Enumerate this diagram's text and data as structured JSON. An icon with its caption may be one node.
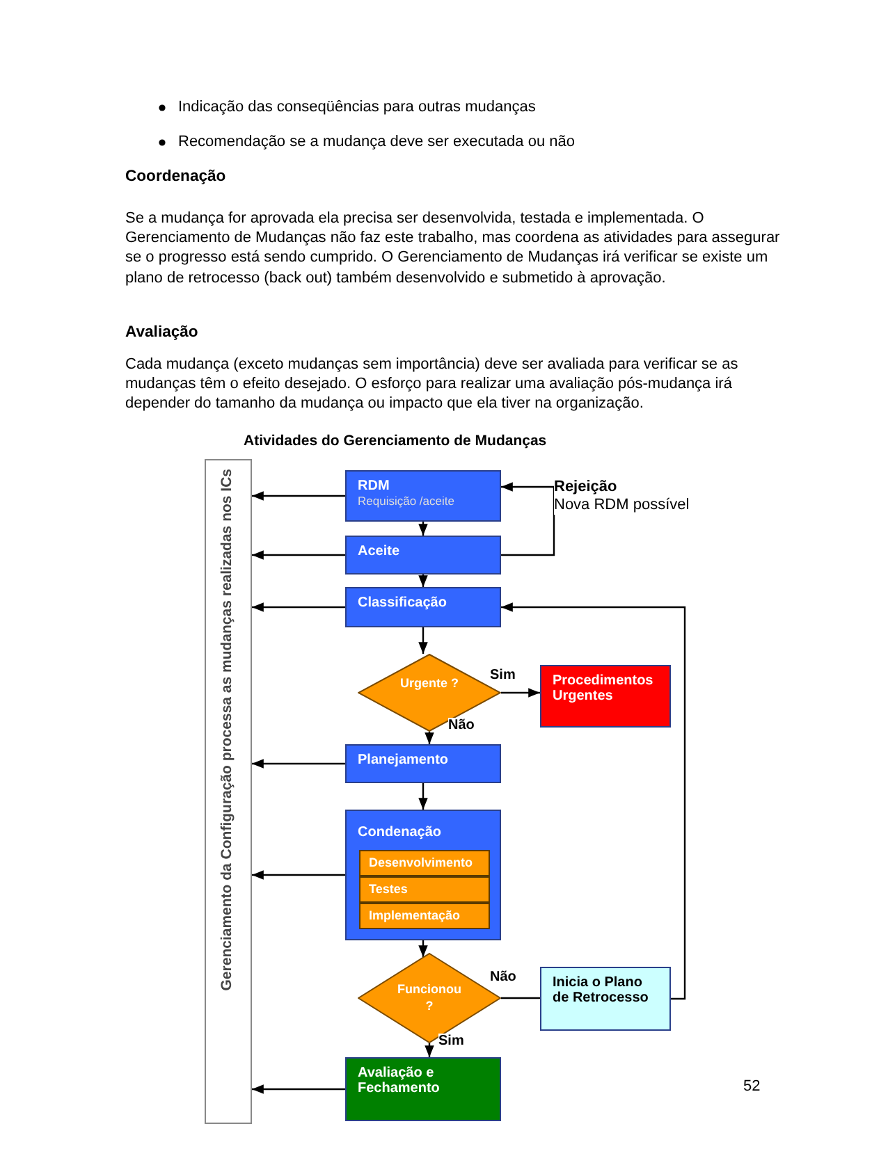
{
  "diagram": {
    "title": "Atividades do Gerenciamento de Mudanças",
    "nodes": [
      {
        "text": [
          "Gerenciamento da Configuração processa as mudanças realizadas nos ICs"
        ]
      },
      {
        "text": [
          "RDM",
          "Requisição /aceite"
        ]
      },
      {
        "text": [
          "Aceite"
        ]
      },
      {
        "text": [
          "Classificação"
        ]
      },
      {
        "text": [
          "Urgente ?"
        ]
      },
      {
        "text": [
          "Procedimentos Urgentes"
        ]
      },
      {
        "text": [
          "Planejamento"
        ]
      },
      {
        "text": [
          "Condenação"
        ]
      },
      {
        "text": [
          "Desenvolvimento"
        ],
        "in": 7
      },
      {
        "text": [
          "Testes"
        ],
        "in": 7
      },
      {
        "text": [
          "Implementação"
        ],
        "in": 7
      },
      {
        "text": [
          "Funcionou ?"
        ]
      },
      {
        "text": [
          "Inicia o Plano de Retrocesso"
        ]
      },
      {
        "text": [
          "Avaliação e Fechamento"
        ]
      }
    ],
    "edges": [
      {
        "from": 1,
        "to": 0,
        "arrow": "to"
      },
      {
        "from": 1,
        "to": 2,
        "arrow": "to"
      },
      {
        "from": 2,
        "to": 0,
        "arrow": "to"
      },
      {
        "from": 2,
        "to": 1,
        "arrow": "to",
        "label": "**Rejeição** Nova RDM possível"
      },
      {
        "from": 2,
        "to": 3,
        "arrow": "to"
      },
      {
        "from": 3,
        "to": 0,
        "arrow": "to"
      },
      {
        "from": 3,
        "to": 4,
        "arrow": "to"
      },
      {
        "from": 4,
        "to": 5,
        "arrow": "to",
        "label": "Sim"
      },
      {
        "from": 4,
        "to": 6,
        "arrow": "to",
        "label": "Não"
      },
      {
        "from": 6,
        "to": 0,
        "arrow": "to"
      },
      {
        "from": 6,
        "to": 7,
        "arrow": "to"
      },
      {
        "from": 7,
        "to": 0,
        "arrow": "to"
      },
      {
        "from": 7,
        "to": 11,
        "arrow": "to"
      },
      {
        "from": 11,
        "to": 12,
        "arrow": "none",
        "label": "Não"
      },
      {
        "from": 11,
        "to": 13,
        "arrow": "to",
        "label": "Sim"
      },
      {
        "from": 12,
        "to": 3,
        "arrow": "to"
      },
      {
        "from": 13,
        "to": 0,
        "arrow": "to"
      }
    ],
    "labels": [
      "Indicação das conseqüências para outras mudanças",
      "Recomendação se a mudança deve ser executada ou não",
      "Coordenação",
      "Se a mudança for aprovada ela precisa ser desenvolvida, testada e implementada. O Gerenciamento de Mudanças não faz este trabalho, mas coordena as atividades para assegurar se o progresso está sendo cumprido. O Gerenciamento de Mudanças irá verificar se existe um plano de retrocesso (back out) também desenvolvido e submetido à aprovação.",
      "Avaliação",
      "Cada mudança (exceto mudanças sem importância) deve ser avaliada para verificar se as mudanças têm o efeito desejado. O esforço para realizar uma avaliação pós-mudança irá depender do tamanho da mudança ou impacto que ela tiver na organização.",
      "52"
    ]
  }
}
